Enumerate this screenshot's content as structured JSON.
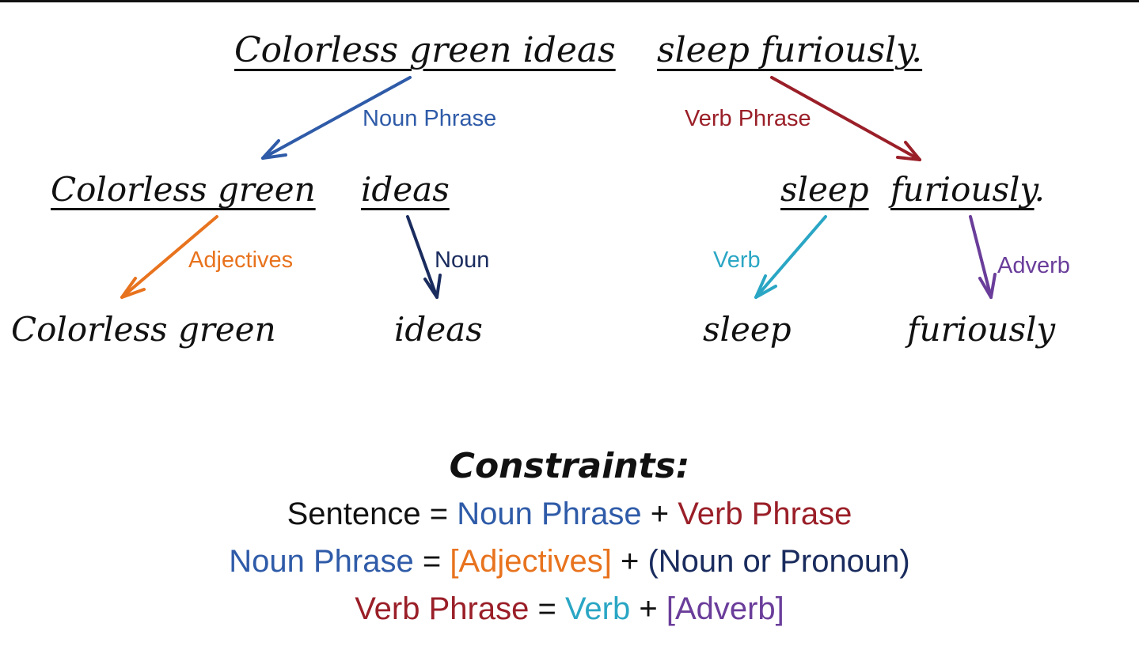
{
  "colors": {
    "noun_phrase": "#2f5ba8",
    "verb_phrase": "#9a1f28",
    "adjectives": "#e8731e",
    "noun": "#1a2c5e",
    "verb": "#2aa6c4",
    "adverb": "#6a3d9a",
    "text": "#111111"
  },
  "sentence": {
    "part_noun_phrase": "Colorless green ideas",
    "part_verb_phrase": "sleep furiously."
  },
  "noun_phrase_tree": {
    "adjectives": "Colorless green",
    "noun": "ideas"
  },
  "verb_phrase_tree": {
    "verb": "sleep",
    "adverb": "furiously",
    "period": "."
  },
  "leaves": {
    "adjectives": "Colorless green",
    "noun": "ideas",
    "verb": "sleep",
    "adverb": "furiously"
  },
  "edge_labels": {
    "noun_phrase": "Noun Phrase",
    "verb_phrase": "Verb Phrase",
    "adjectives": "Adjectives",
    "noun": "Noun",
    "verb": "Verb",
    "adverb": "Adverb"
  },
  "constraints": {
    "title": "Constraints:",
    "rule1": {
      "lhs": "Sentence",
      "eq": " = ",
      "np": "Noun Phrase",
      "plus": " + ",
      "vp": "Verb Phrase"
    },
    "rule2": {
      "lhs": "Noun Phrase",
      "eq": " = ",
      "adj": "[Adjectives]",
      "plus": " + ",
      "noun": "(Noun or Pronoun)"
    },
    "rule3": {
      "lhs": "Verb Phrase",
      "eq": " = ",
      "verb": "Verb",
      "plus": " + ",
      "adverb": "[Adverb]"
    }
  }
}
